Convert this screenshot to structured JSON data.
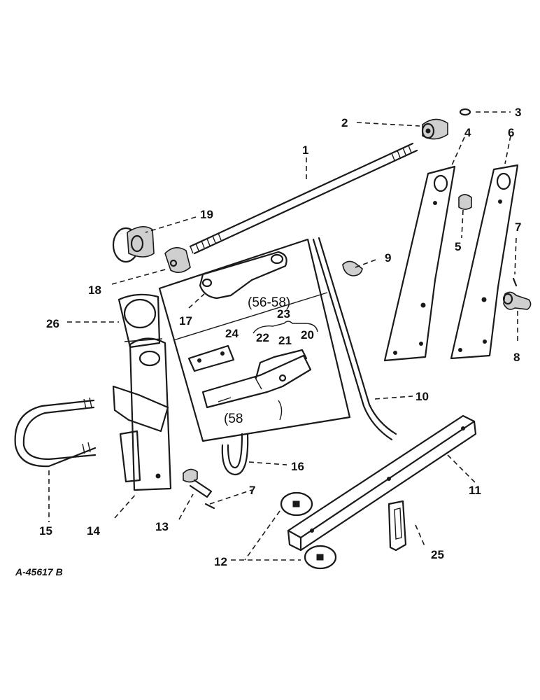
{
  "callouts": {
    "c1": "1",
    "c2": "2",
    "c3": "3",
    "c4": "4",
    "c5": "5",
    "c6": "6",
    "c7a": "7",
    "c7b": "7",
    "c8": "8",
    "c9": "9",
    "c10": "10",
    "c11": "11",
    "c12": "12",
    "c13": "13",
    "c14": "14",
    "c15": "15",
    "c16": "16",
    "c17": "17",
    "c18": "18",
    "c19": "19",
    "c20": "20",
    "c21": "21",
    "c22": "22",
    "c23": "23",
    "c24": "24",
    "c25": "25",
    "c26": "26"
  },
  "notes": {
    "years_a": "(56-58)",
    "years_b": "(58"
  },
  "reference_number": "A-45617 B",
  "colors": {
    "ink": "#1a1a1a",
    "paper": "#ffffff",
    "shade": "#cfcfcf"
  }
}
